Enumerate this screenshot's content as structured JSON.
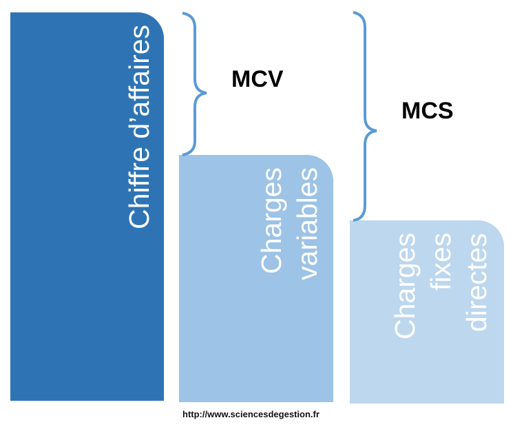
{
  "bars": [
    {
      "label": "Chiffre d’affaires",
      "color": "#2e74b5"
    },
    {
      "label": "Charges\nvariables",
      "color": "#9dc3e6"
    },
    {
      "label": "Charges\nfixes\ndirectes",
      "color": "#bdd7ee"
    }
  ],
  "braces": [
    {
      "label": "MCV"
    },
    {
      "label": "MCS"
    }
  ],
  "brace_color": "#5b9bd5",
  "source_url": "http://www.sciencesdegestion.fr"
}
